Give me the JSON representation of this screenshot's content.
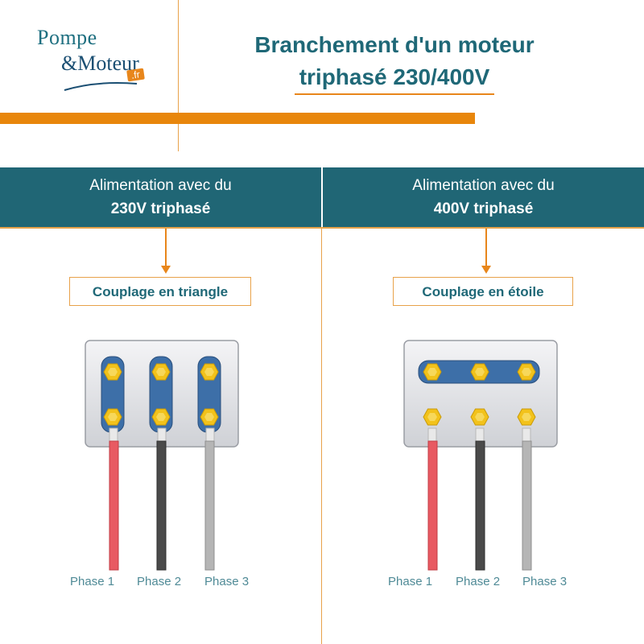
{
  "logo": {
    "line1": "Pompe",
    "line2": "&Moteur",
    "tag": ".fr"
  },
  "title": {
    "line1": "Branchement d'un moteur",
    "line2": "triphasé 230/400V"
  },
  "left": {
    "header_line1": "Alimentation avec du",
    "header_line2": "230V triphasé",
    "coupling": "Couplage en triangle",
    "phases": [
      "Phase 1",
      "Phase 2",
      "Phase 3"
    ]
  },
  "right": {
    "header_line1": "Alimentation avec du",
    "header_line2": "400V triphasé",
    "coupling": "Couplage en étoile",
    "phases": [
      "Phase 1",
      "Phase 2",
      "Phase 3"
    ]
  },
  "colors": {
    "teal": "#206675",
    "orange": "#e8860c",
    "wire_phase1": "#e85a62",
    "wire_phase2": "#4a4a4a",
    "wire_phase3": "#b5b5b5",
    "strap": "#3d6fa8",
    "nut": "#f2c21b"
  }
}
